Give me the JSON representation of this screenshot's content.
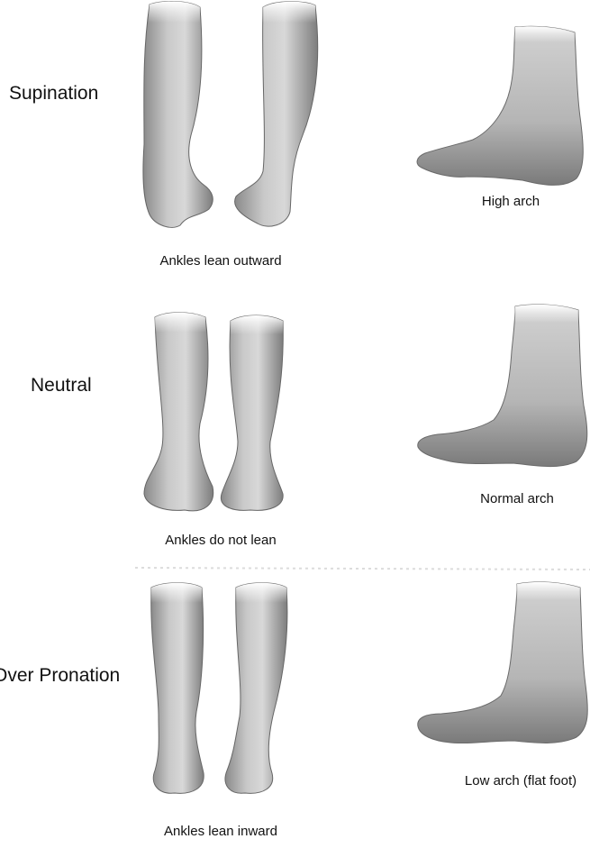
{
  "rows": [
    {
      "label": "Supination",
      "ankle_caption": "Ankles lean outward",
      "arch_caption": "High arch"
    },
    {
      "label": "Neutral",
      "ankle_caption": "Ankles do not lean",
      "arch_caption": "Normal arch"
    },
    {
      "label": "Over Pronation",
      "ankle_caption": "Ankles lean inward",
      "arch_caption": "Low arch (flat foot)"
    }
  ],
  "colors": {
    "skin": "#b9b9b9",
    "shadow": "#6e6e6e",
    "highlight": "#e6e6e6",
    "outline": "#555555"
  }
}
